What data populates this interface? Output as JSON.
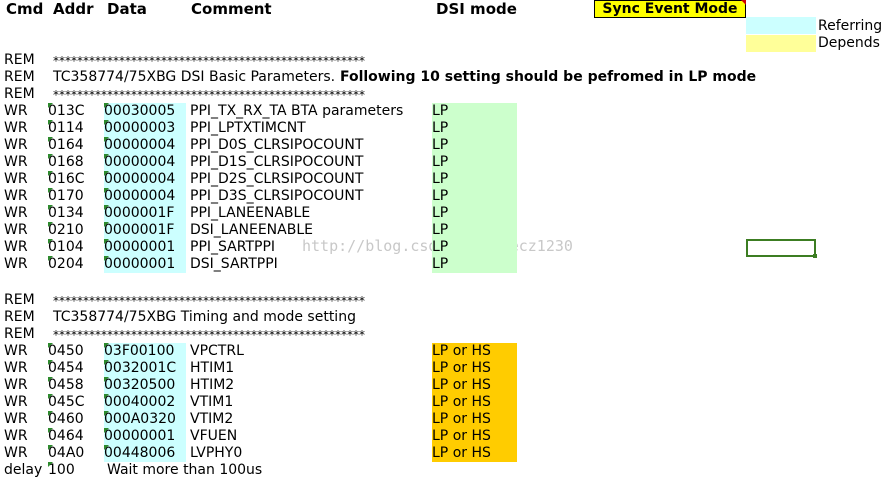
{
  "headers": {
    "cmd": "Cmd",
    "addr": "Addr",
    "data": "Data",
    "comment": "Comment",
    "dsi": "DSI mode"
  },
  "sync_label": "Sync Event Mode",
  "legend": {
    "referring": "Referring",
    "depends": "Depends",
    "referring_color": "#ccffff",
    "depends_color": "#ffff99"
  },
  "stars": "****************************************************",
  "section1_title": "TC358774/75XBG DSI Basic Parameters.",
  "section1_note": "Following 10 setting should be pefromed in LP mode",
  "section2_title": "TC358774/75XBG Timing and mode setting",
  "rem_label": "REM",
  "rows1": [
    {
      "cmd": "WR",
      "addr": "013C",
      "data": "00030005",
      "comment": "PPI_TX_RX_TA  BTA parameters",
      "dsi": "LP"
    },
    {
      "cmd": "WR",
      "addr": "0114",
      "data": "00000003",
      "comment": "PPI_LPTXTIMCNT",
      "dsi": "LP"
    },
    {
      "cmd": "WR",
      "addr": "0164",
      "data": "00000004",
      "comment": "PPI_D0S_CLRSIPOCOUNT",
      "dsi": "LP"
    },
    {
      "cmd": "WR",
      "addr": "0168",
      "data": "00000004",
      "comment": "PPI_D1S_CLRSIPOCOUNT",
      "dsi": "LP"
    },
    {
      "cmd": "WR",
      "addr": "016C",
      "data": "00000004",
      "comment": "PPI_D2S_CLRSIPOCOUNT",
      "dsi": "LP"
    },
    {
      "cmd": "WR",
      "addr": "0170",
      "data": "00000004",
      "comment": "PPI_D3S_CLRSIPOCOUNT",
      "dsi": "LP"
    },
    {
      "cmd": "WR",
      "addr": "0134",
      "data": "0000001F",
      "comment": "PPI_LANEENABLE",
      "dsi": "LP"
    },
    {
      "cmd": "WR",
      "addr": "0210",
      "data": "0000001F",
      "comment": "DSI_LANEENABLE",
      "dsi": "LP"
    },
    {
      "cmd": "WR",
      "addr": "0104",
      "data": "00000001",
      "comment": "PPI_SARTPPI",
      "dsi": "LP"
    },
    {
      "cmd": "WR",
      "addr": "0204",
      "data": "00000001",
      "comment": "DSI_SARTPPI",
      "dsi": "LP"
    }
  ],
  "rows2": [
    {
      "cmd": "WR",
      "addr": "0450",
      "data": "03F00100",
      "comment": "VPCTRL",
      "dsi": "LP or HS"
    },
    {
      "cmd": "WR",
      "addr": "0454",
      "data": "0032001C",
      "comment": "HTIM1",
      "dsi": "LP or HS"
    },
    {
      "cmd": "WR",
      "addr": "0458",
      "data": "00320500",
      "comment": "HTIM2",
      "dsi": "LP or HS"
    },
    {
      "cmd": "WR",
      "addr": "045C",
      "data": "00040002",
      "comment": "VTIM1",
      "dsi": "LP or HS"
    },
    {
      "cmd": "WR",
      "addr": "0460",
      "data": "000A0320",
      "comment": "VTIM2",
      "dsi": "LP or HS"
    },
    {
      "cmd": "WR",
      "addr": "0464",
      "data": "00000001",
      "comment": "VFUEN",
      "dsi": "LP or HS"
    },
    {
      "cmd": "WR",
      "addr": "04A0",
      "data": "00448006",
      "comment": "LVPHY0",
      "dsi": "LP or HS"
    }
  ],
  "last_row": {
    "cmd": "delay",
    "addr": "100",
    "comment": "Wait more than 100us"
  },
  "watermark": "http://blog.csdn.net/xuecz1230"
}
